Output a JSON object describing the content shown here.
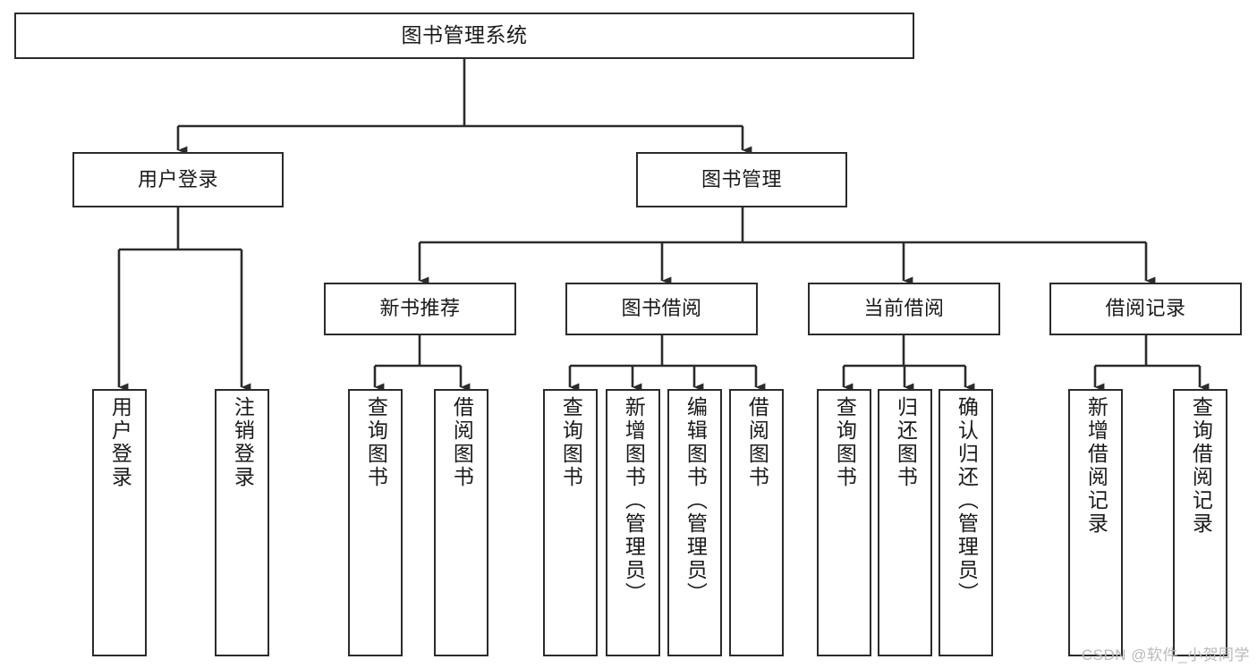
{
  "diagram": {
    "title": "图书管理系统",
    "type": "tree-hierarchy-chart",
    "watermark": "CSDN @软件_小贺同学",
    "colors": {
      "box_stroke": "#2b2b2b",
      "box_fill": "#ffffff",
      "connector": "#2b2b2b",
      "text": "#1a1a1a",
      "watermark": "#b9b9b9",
      "background": "#ffffff"
    },
    "nodes": {
      "root": {
        "label": "图书管理系统"
      },
      "level2": [
        {
          "id": "user-login",
          "label": "用户登录"
        },
        {
          "id": "book-manage",
          "label": "图书管理"
        }
      ],
      "level3": [
        {
          "id": "new-book-recommend",
          "label": "新书推荐"
        },
        {
          "id": "book-borrow",
          "label": "图书借阅"
        },
        {
          "id": "current-borrow",
          "label": "当前借阅"
        },
        {
          "id": "borrow-record",
          "label": "借阅记录"
        }
      ],
      "leaves": {
        "user-login": [
          {
            "id": "leaf-user-login",
            "label": "用户登录"
          },
          {
            "id": "leaf-logout-login",
            "label": "注销登录"
          }
        ],
        "new-book-recommend": [
          {
            "id": "leaf-query-book-1",
            "label": "查询图书"
          },
          {
            "id": "leaf-borrow-book-1",
            "label": "借阅图书"
          }
        ],
        "book-borrow": [
          {
            "id": "leaf-query-book-2",
            "label": "查询图书"
          },
          {
            "id": "leaf-add-book",
            "label": "新增图书（管理员）"
          },
          {
            "id": "leaf-edit-book",
            "label": "编辑图书（管理员）"
          },
          {
            "id": "leaf-borrow-book-2",
            "label": "借阅图书"
          }
        ],
        "current-borrow": [
          {
            "id": "leaf-query-book-3",
            "label": "查询图书"
          },
          {
            "id": "leaf-return-book",
            "label": "归还图书"
          },
          {
            "id": "leaf-confirm-return",
            "label": "确认归还（管理员）"
          }
        ],
        "borrow-record": [
          {
            "id": "leaf-add-record",
            "label": "新增借阅记录"
          },
          {
            "id": "leaf-query-record",
            "label": "查询借阅记录"
          }
        ]
      }
    }
  }
}
